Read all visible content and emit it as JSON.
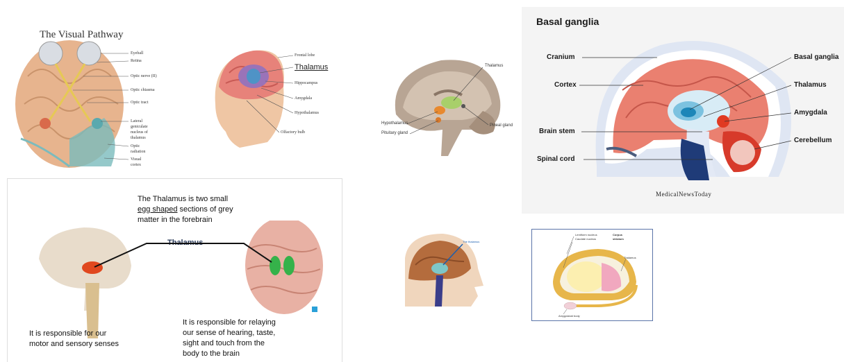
{
  "visual_pathway": {
    "title": "The Visual Pathway",
    "labels": [
      "Eyeball",
      "Retina",
      "Optic nerve (II)",
      "Optic chiasma",
      "Optic tract",
      "Lateral",
      "geniculate",
      "nucleus of",
      "thalamus",
      "Optic",
      "radiation",
      "Visual",
      "cortex"
    ]
  },
  "head_diagram": {
    "labels": [
      "Frontal lobe",
      "Thalamus",
      "Hippocampus",
      "Amygdala",
      "Hypothalamus",
      "Olfactory bulb"
    ]
  },
  "sagittal_brain": {
    "labels": [
      "Thalamus",
      "Hypothalamus",
      "Pituitary gland",
      "Pineal gland"
    ]
  },
  "basal_ganglia": {
    "title": "Basal ganglia",
    "left_labels": [
      "Cranium",
      "Cortex",
      "Brain stem",
      "Spinal cord"
    ],
    "right_labels": [
      "Basal ganglia",
      "Thalamus",
      "Amygdala",
      "Cerebellum"
    ],
    "brand": "MedicalNewsToday"
  },
  "thalamus_slide": {
    "intro_line1": "The Thalamus is two small",
    "intro_line2": "egg shaped",
    "intro_line2b": " sections of grey",
    "intro_line3": "matter in the forebrain",
    "center_label": "Thalamus",
    "left_note": [
      "It is responsible for our",
      "motor and sensory senses"
    ],
    "right_note": [
      "It is responsible for relaying",
      "our sense of hearing, taste,",
      "sight and touch from the",
      "body to the brain"
    ]
  },
  "small_sagittal": {
    "label": "The thalamus"
  },
  "corpus_striatum": {
    "labels": [
      "Lentiform nucleus",
      "Caudate nucleus",
      "Corpus",
      "striatum",
      "Thalamus",
      "Amygdaloid body"
    ]
  }
}
